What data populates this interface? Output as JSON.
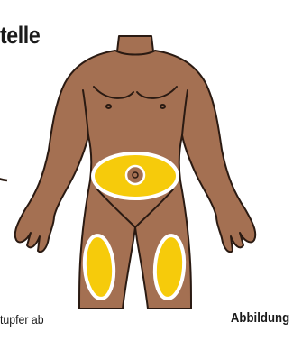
{
  "heading": "telle",
  "instruction_fragment": "tupfer ab",
  "figure_caption": "Abbildung",
  "colors": {
    "skin": "#A47052",
    "outline": "#2A1A12",
    "injection_site": "#F6CB0B",
    "site_border": "#FFFFFF"
  }
}
